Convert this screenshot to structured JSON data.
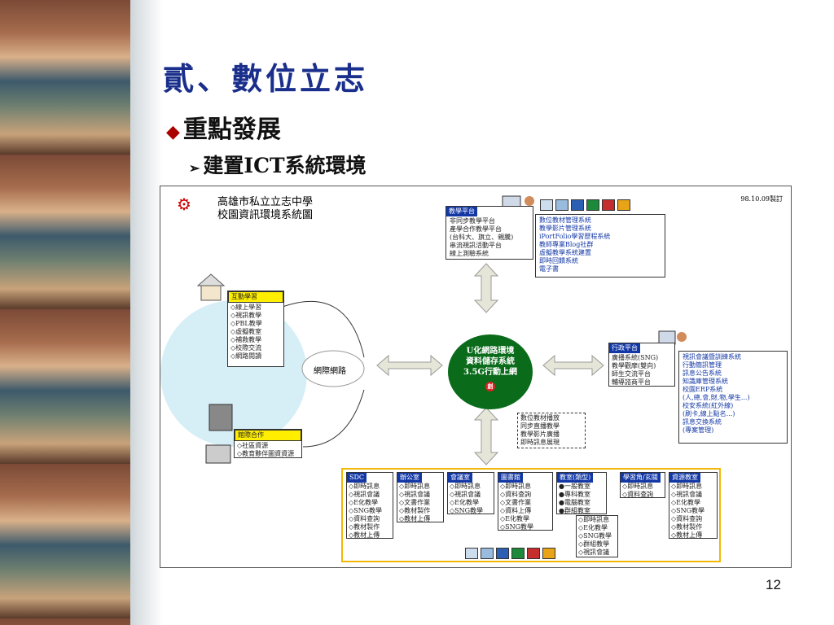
{
  "slide": {
    "title": "貳、數位立志",
    "bullet1": "重點發展",
    "bullet2": "建置ICT系統環境",
    "page_number": "12"
  },
  "diagram": {
    "school_line1": "高雄市私立立志中學",
    "school_line2": "校園資訊環境系統圖",
    "date": "98.10.09製訂",
    "teaching_platform": {
      "header": "教學平台",
      "items": [
        "非同步教學平台",
        "產學合作教學平台",
        "(台科大、旗立、親騰)",
        "串流視訊活動平台",
        "線上測驗系統"
      ]
    },
    "teaching_systems": [
      "數位教材管理系統",
      "教學影片管理系統",
      "iPortFolio學習歷程系統",
      "教師專業Blog社群",
      "虛擬教學系統建置",
      "即時回饋系統",
      "電子書"
    ],
    "interactive": {
      "header": "互動學習",
      "items": [
        "◇線上學習",
        "◇視訊教學",
        "◇PBL教學",
        "◇虛擬教室",
        "◇補救教學",
        "◇校際交流",
        "◇網路閱讀"
      ]
    },
    "network": "網際網路",
    "center": {
      "line1": "U化網路環境",
      "line2": "資料儲存系統",
      "line3": "3.5G行動上網",
      "badge": "創"
    },
    "admin_platform": {
      "header": "行政平台",
      "items": [
        "廣播系統(SNG)",
        "教學觀摩(雙向)",
        "師生交流平台",
        "輔導諮商平台"
      ]
    },
    "admin_systems": [
      "視訊會議暨訓練系統",
      "行動簡訊管理",
      "訊息公告系統",
      "知識庫管理系統",
      "校園ERP系統",
      "(人,總,會,財,物,學生...)",
      "校安系統(紅外線)",
      "(刷卡,線上點名...)",
      "訊息交換系統",
      "(專案管理)"
    ],
    "partnership": {
      "header": "館際合作",
      "items": [
        "◇社區資源",
        "◇教育夥伴圖資資源"
      ]
    },
    "center_bottom": [
      "數位教材播放",
      "同步直播教學",
      "教學影片廣播",
      "即時訊息展現"
    ],
    "bottom": [
      {
        "name": "SDC",
        "items": [
          "◇即時訊息",
          "◇視訊會議",
          "◇E化教學",
          "◇SNG教學",
          "◇資料查詢",
          "◇教材製作",
          "◇教材上傳"
        ]
      },
      {
        "name": "辦公室",
        "items": [
          "◇即時訊息",
          "◇視訊會議",
          "◇文書作業",
          "◇教材製作",
          "◇教材上傳"
        ]
      },
      {
        "name": "會議室",
        "items": [
          "◇即時訊息",
          "◇視訊會議",
          "◇E化教學",
          "◇SNG教學"
        ]
      },
      {
        "name": "圖書館",
        "items": [
          "◇即時訊息",
          "◇資料查詢",
          "◇文書作業",
          "◇資料上傳",
          "◇E化教學",
          "◇SNG教學"
        ]
      },
      {
        "name": "教室(類型)",
        "items": [
          "●一般教室",
          "●專科教室",
          "●電腦教室",
          "●群組教室"
        ]
      },
      {
        "name": "學習角/玄關",
        "items": [
          "◇即時訊息",
          "◇資料查詢"
        ]
      },
      {
        "name": "資源教室",
        "items": [
          "◇即時訊息",
          "◇視訊會議",
          "◇E化教學",
          "◇SNG教學",
          "◇資料查詢",
          "◇教材製作",
          "◇教材上傳"
        ]
      }
    ],
    "classroom_sub": [
      "◇即時訊息",
      "◇E化教學",
      "◇SNG教學",
      "◇群組教學",
      "◇視訊會議"
    ]
  },
  "colors": {
    "title": "#1a2f8c",
    "header_blue": "#1338a6",
    "header_yellow": "#ffee00",
    "center_green": "#0a6b1a",
    "bottom_border": "#f2b705"
  }
}
